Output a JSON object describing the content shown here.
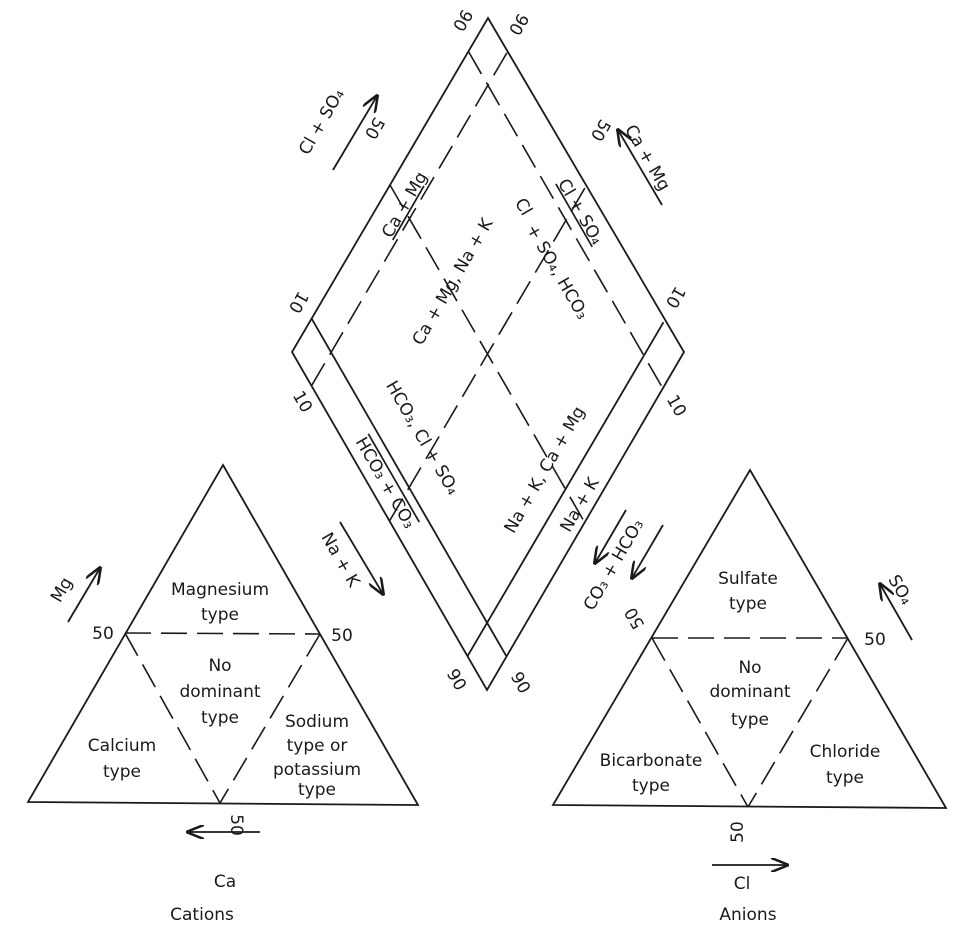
{
  "diamond": {
    "tick_top_left": "90",
    "tick_top_right": "90",
    "tick_mid_left": "50",
    "tick_mid_right": "50",
    "tick_left_upper": "10",
    "tick_right_upper": "10",
    "tick_left_lower": "10",
    "tick_right_lower": "10",
    "tick_bottom_left": "90",
    "tick_bottom_right": "90",
    "axis_cl_so4": "Cl + SO₄",
    "axis_ca_mg": "Ca + Mg",
    "strip_ca_mg": "Ca + Mg",
    "strip_cl_so4": "Cl + SO₄",
    "strip_hco3_co3": "HCO₃ + CO₃",
    "strip_na_k": "Na + K",
    "region_top": "Ca + Mg, Na + K",
    "region_right_1": "Cl",
    "region_right_2": "+ SO₄, HCO₃",
    "region_left": "HCO₃, Cl + SO₄",
    "region_bottom": "Na + K, Ca + Mg"
  },
  "cations": {
    "title": "Cations",
    "axis_mg": "Mg",
    "axis_na_k": "Na + K",
    "axis_ca": "Ca",
    "tick_left": "50",
    "tick_right": "50",
    "tick_bottom": "50",
    "regions": {
      "magnesium": [
        "Magnesium",
        "type"
      ],
      "none": [
        "No",
        "dominant",
        "type"
      ],
      "calcium": [
        "Calcium",
        "type"
      ],
      "sodium": [
        "Sodium",
        "type or",
        "potassium",
        "type"
      ]
    }
  },
  "anions": {
    "title": "Anions",
    "axis_co3_hco3": "CO₃ + HCO₃",
    "axis_so4": "SO₄",
    "axis_cl": "Cl",
    "tick_left": "50",
    "tick_right": "50",
    "tick_bottom": "50",
    "regions": {
      "sulfate": [
        "Sulfate",
        "type"
      ],
      "none": [
        "No",
        "dominant",
        "type"
      ],
      "bicarbonate": [
        "Bicarbonate",
        "type"
      ],
      "chloride": [
        "Chloride",
        "type"
      ]
    }
  }
}
